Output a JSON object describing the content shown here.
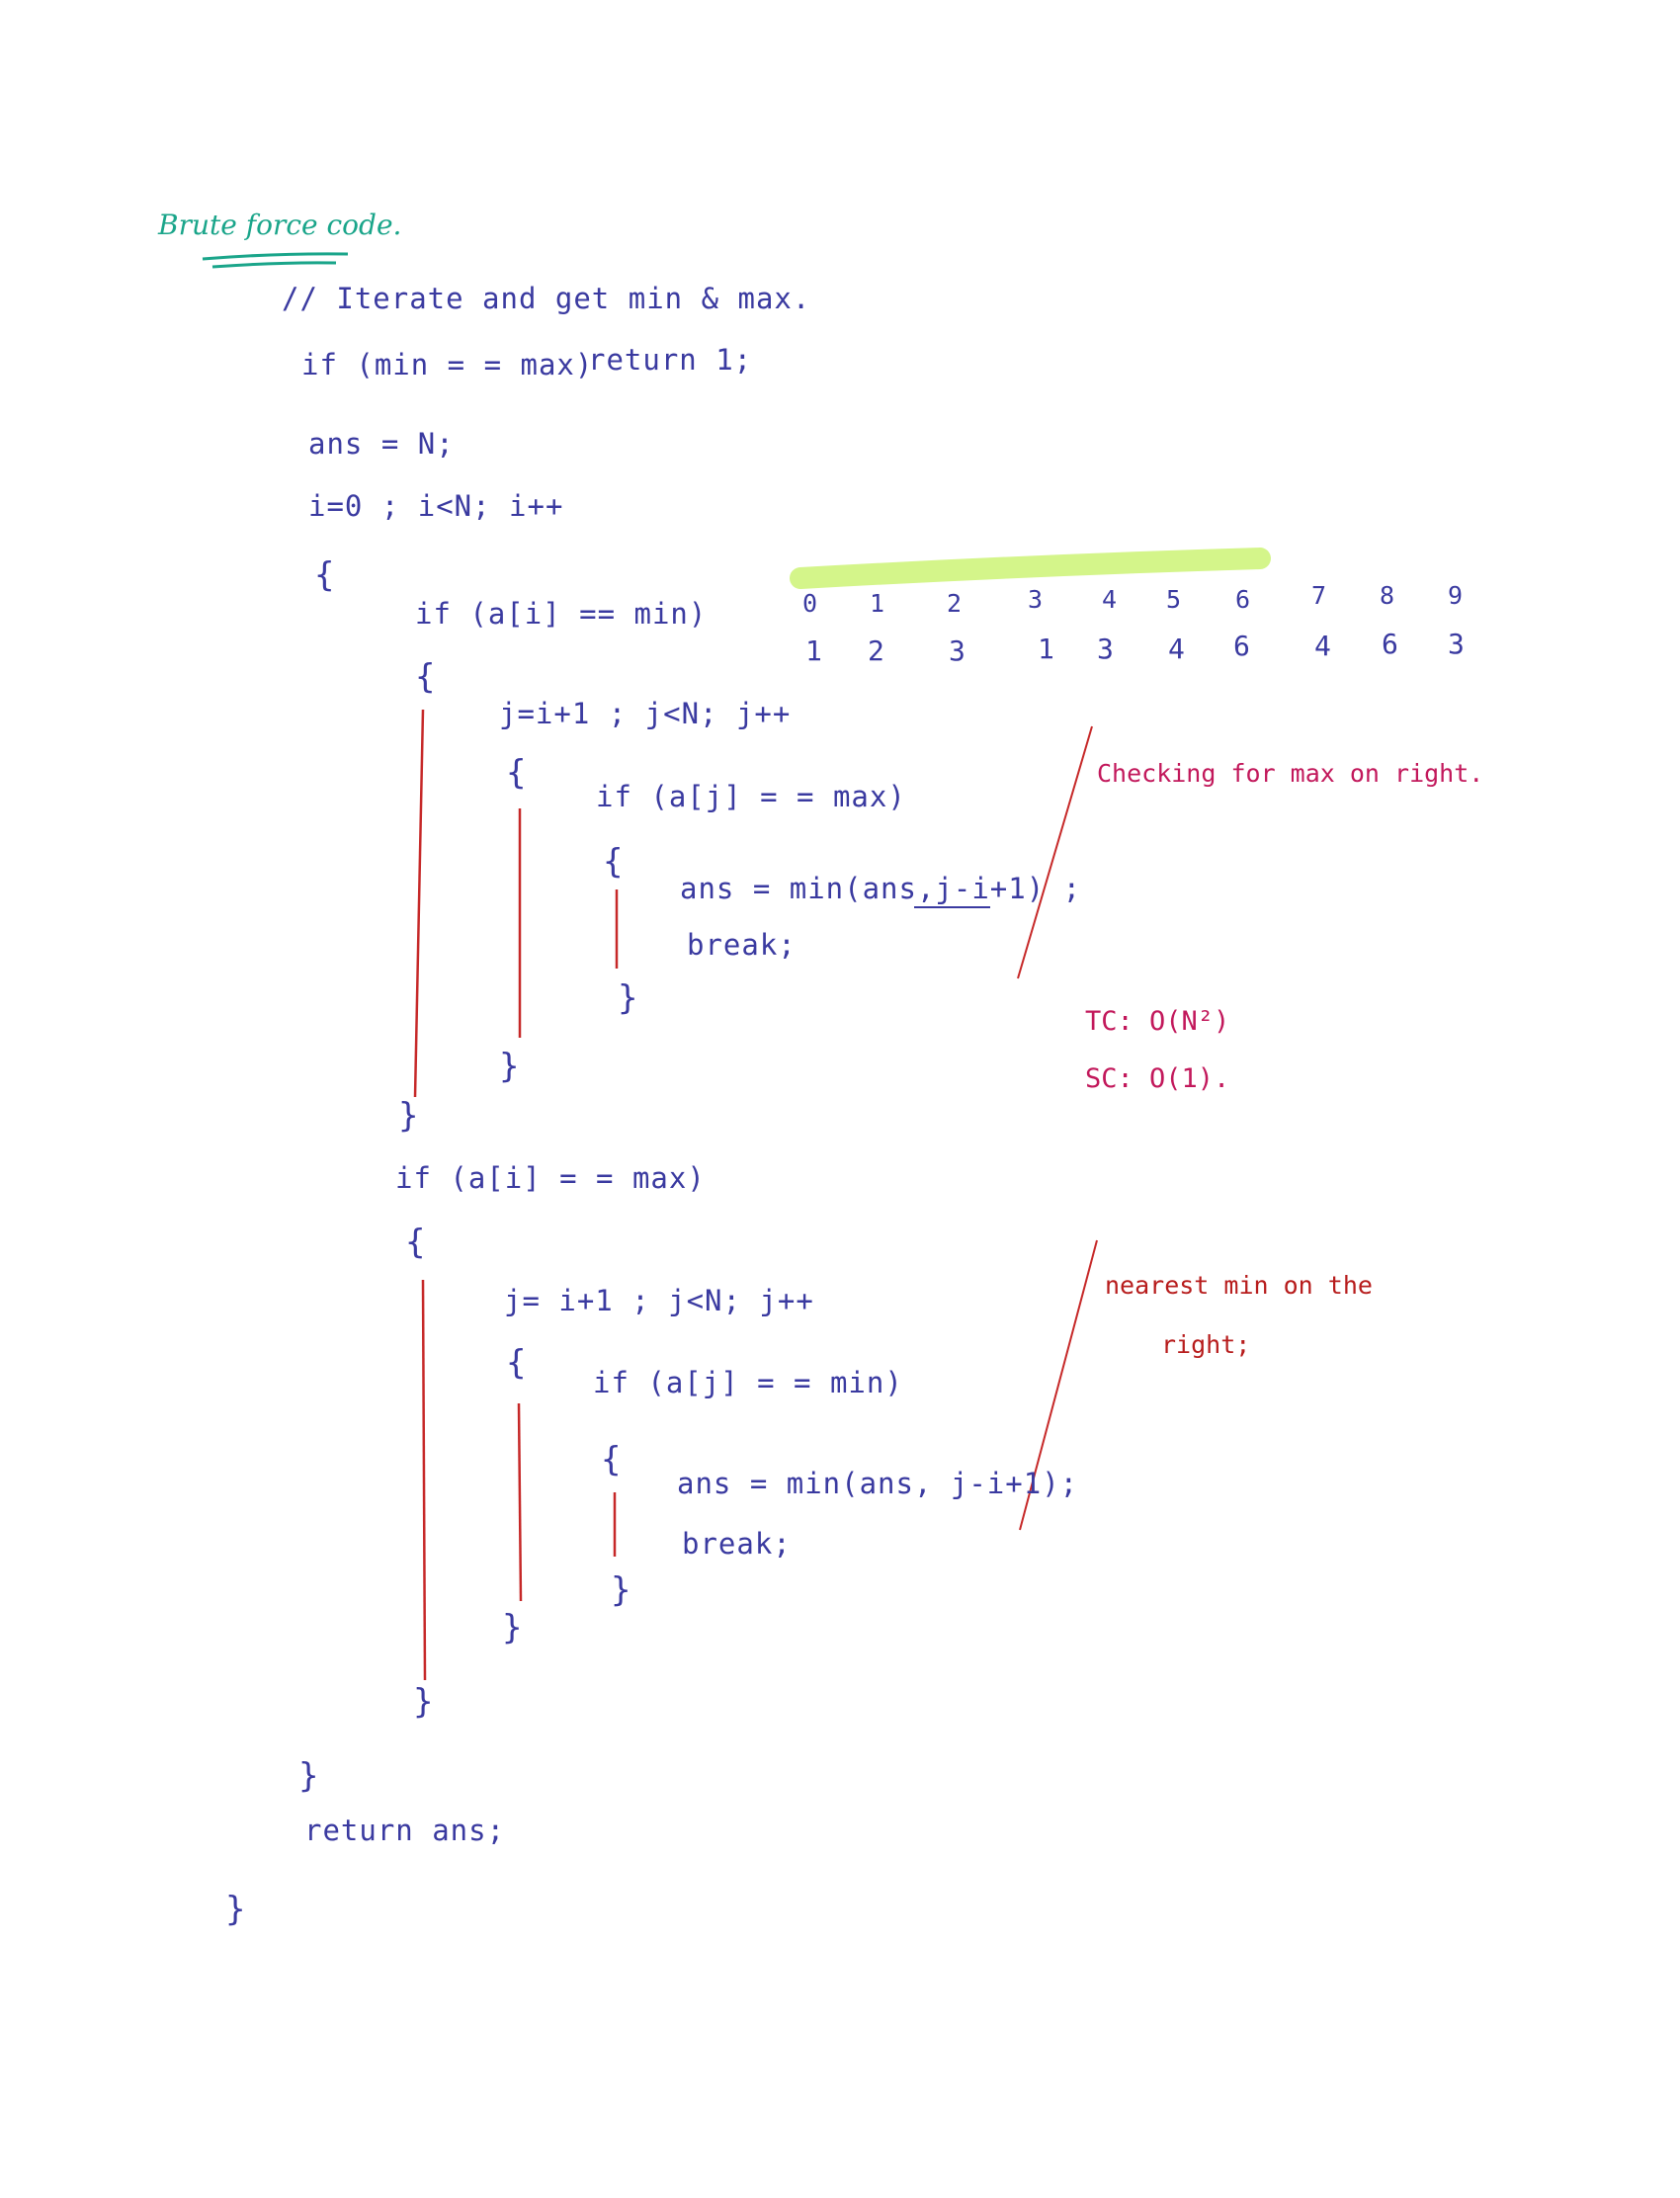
{
  "heading": "Brute force code.",
  "code": {
    "comment": "// Iterate and get min & max.",
    "if_min_max": "if (min = = max)",
    "return_1": "return 1;",
    "ans_init": "ans = N;",
    "outer_loop": "i=0 ;  i<N; i++",
    "open_outer": "{",
    "if_ai_min": "if (a[i] == min)",
    "open_b1": "{",
    "inner_loop_1": "j=i+1 ; j<N; j++",
    "open_b1_loop": "{",
    "if_aj_max": "if (a[j] = = max)",
    "open_b1_if": "{",
    "ans_update_1": "ans = min(ans,j-i+1) ;",
    "break_1": "break;",
    "close_b1_if": "}",
    "close_b1_loop": "}",
    "close_b1": "}",
    "if_ai_max": "if (a[i] = = max)",
    "open_b2": "{",
    "inner_loop_2": "j= i+1 ; j<N; j++",
    "open_b2_loop": "{",
    "if_aj_min": "if (a[j] = = min)",
    "open_b2_if": "{",
    "ans_update_2": "ans = min(ans, j-i+1);",
    "break_2": "break;",
    "close_b2_if": "}",
    "close_b2_loop": "}",
    "close_b2": "}",
    "close_outer": "}",
    "return_ans": "return  ans;",
    "close_fn": "}"
  },
  "array_example": {
    "indices": [
      "0",
      "1",
      "2",
      "3",
      "4",
      "5",
      "6",
      "7",
      "8",
      "9"
    ],
    "values": [
      "1",
      "2",
      "3",
      "1",
      "3",
      "4",
      "6",
      "4",
      "6",
      "3"
    ],
    "highlight_color": "#d4f58a"
  },
  "notes": {
    "max_right": "Checking for max on right.",
    "min_right_line1": "nearest min on the",
    "min_right_line2": "right;",
    "tc": "TC:  O(N²)",
    "sc": "SC:  O(1)."
  },
  "colors": {
    "code": "#3a3aa0",
    "heading": "#1aa58a",
    "note_pink": "#c2185b",
    "note_red": "#b71c1c",
    "bracket_line": "#c62828"
  }
}
